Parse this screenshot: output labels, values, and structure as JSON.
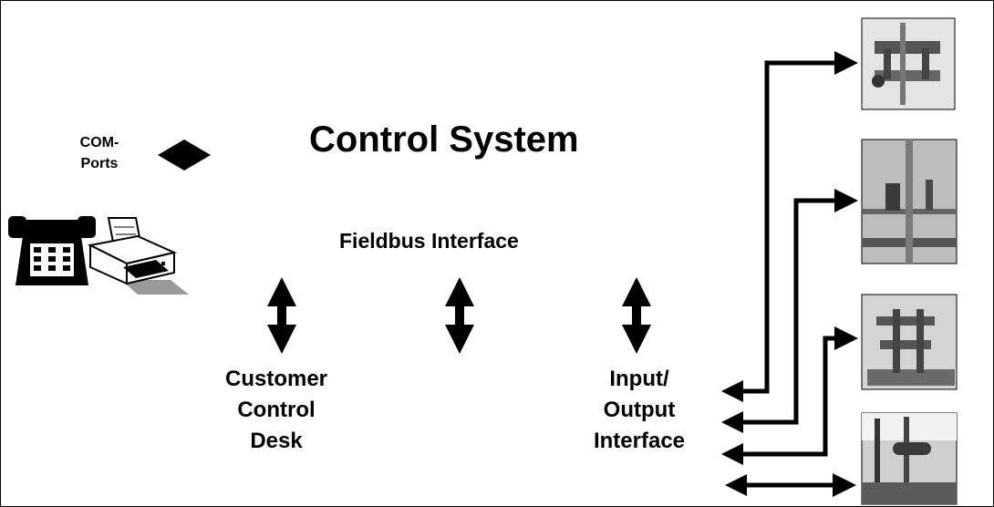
{
  "diagram": {
    "title": "Control System",
    "fieldbus_label": "Fieldbus Interface",
    "com_ports": [
      "COM-",
      "Ports"
    ],
    "customer_desk": [
      "Customer",
      "Control",
      "Desk"
    ],
    "io_interface": [
      "Input/",
      "Output",
      "Interface"
    ]
  },
  "icons": {
    "telephone": "telephone-icon",
    "printer": "printer-icon",
    "equipment_photos": [
      "rig-equipment-photo-1",
      "rig-equipment-photo-2",
      "rig-equipment-photo-3",
      "rig-equipment-photo-4"
    ]
  },
  "colors": {
    "line": "#000000",
    "background": "#ffffff",
    "photo_fill": "#cfcfcf"
  }
}
